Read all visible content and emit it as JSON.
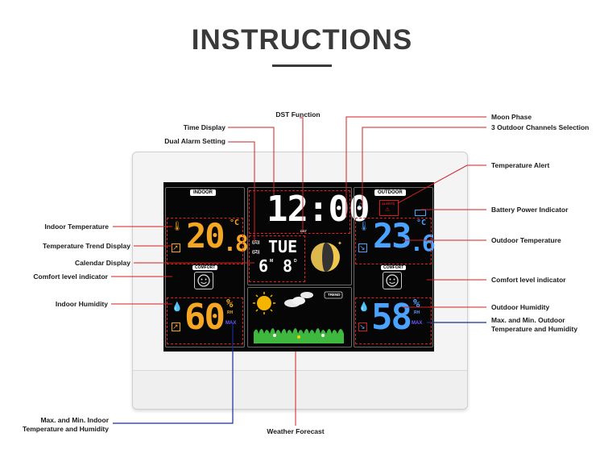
{
  "title": "INSTRUCTIONS",
  "labels": {
    "dst_function": "DST Function",
    "time_display": "Time Display",
    "dual_alarm_setting": "Dual Alarm Setting",
    "indoor_temperature": "Indoor Temperature",
    "temperature_trend_display": "Temperature Trend Display",
    "calendar_display": "Calendar Display",
    "comfort_level_indicator_left": "Comfort level indicator",
    "indoor_humidity": "Indoor Humidity",
    "max_min_indoor": "Max. and Min. Indoor",
    "max_min_indoor_2": "Temperature and Humidity",
    "weather_forecast": "Weather Forecast",
    "moon_phase": "Moon Phase",
    "outdoor_channels": "3 Outdoor Channels Selection",
    "temperature_alert": "Temperature Alert",
    "battery_power_indicator": "Battery Power Indicator",
    "outdoor_temperature": "Outdoor Temperature",
    "comfort_level_indicator_right": "Comfort level indicator",
    "outdoor_humidity": "Outdoor Humidity",
    "max_min_outdoor": "Max. and Min. Outdoor",
    "max_min_outdoor_2": "Temperature and Humidity"
  },
  "screen": {
    "indoor_tag": "INDOOR",
    "outdoor_tag": "OUTDOOR",
    "comfort_tag": "COMFORT",
    "alerts_tag": "ALERTS",
    "trend_tag": "TREND",
    "dst_tag": "DST",
    "indoor_temp_int": "20",
    "indoor_temp_dec": ".8",
    "outdoor_temp_int": "23",
    "outdoor_temp_dec": ".6",
    "temp_unit": "°C",
    "indoor_humidity": "60",
    "outdoor_humidity": "58",
    "humidity_unit": "%",
    "rh": "RH",
    "max": "MAX",
    "time": "12:00",
    "weekday": "TUE",
    "month": "6",
    "day": "8",
    "month_unit": "M",
    "day_unit": "D",
    "alarm_1": "((1))",
    "alarm_2": "((2))"
  },
  "colors": {
    "indoor_digits": "#f5a623",
    "outdoor_digits": "#4aa3ff",
    "time_digits": "#ffffff",
    "leader_lines": "#d22020",
    "max_min_lines": "#1a2a9a",
    "max_text": "#6a5cff",
    "moon": "#f0c850"
  }
}
